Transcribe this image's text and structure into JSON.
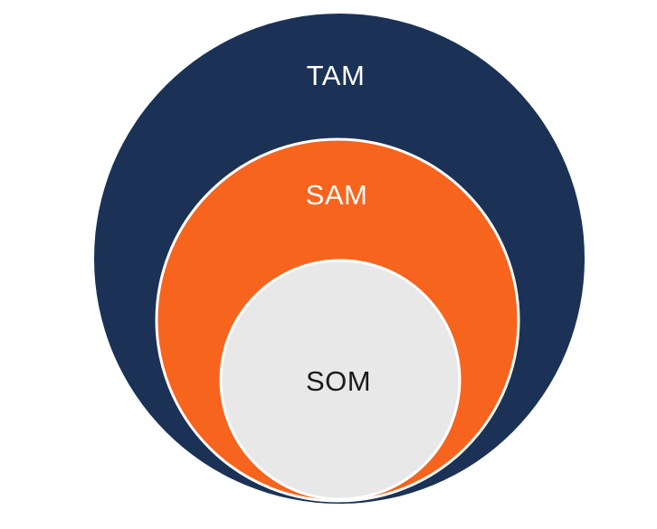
{
  "diagram": {
    "type": "nested-circles-market-sizing",
    "background_color": "#FFFFFF",
    "separator_color": "#FFFFFF",
    "layers": [
      {
        "label": "TAM",
        "fill": "#1B3256",
        "text_color": "#FFFFFF"
      },
      {
        "label": "SAM",
        "fill": "#F7641E",
        "text_color": "#FFFFFF"
      },
      {
        "label": "SOM",
        "fill": "#E8E8E9",
        "text_color": "#1A1A1A"
      }
    ]
  }
}
